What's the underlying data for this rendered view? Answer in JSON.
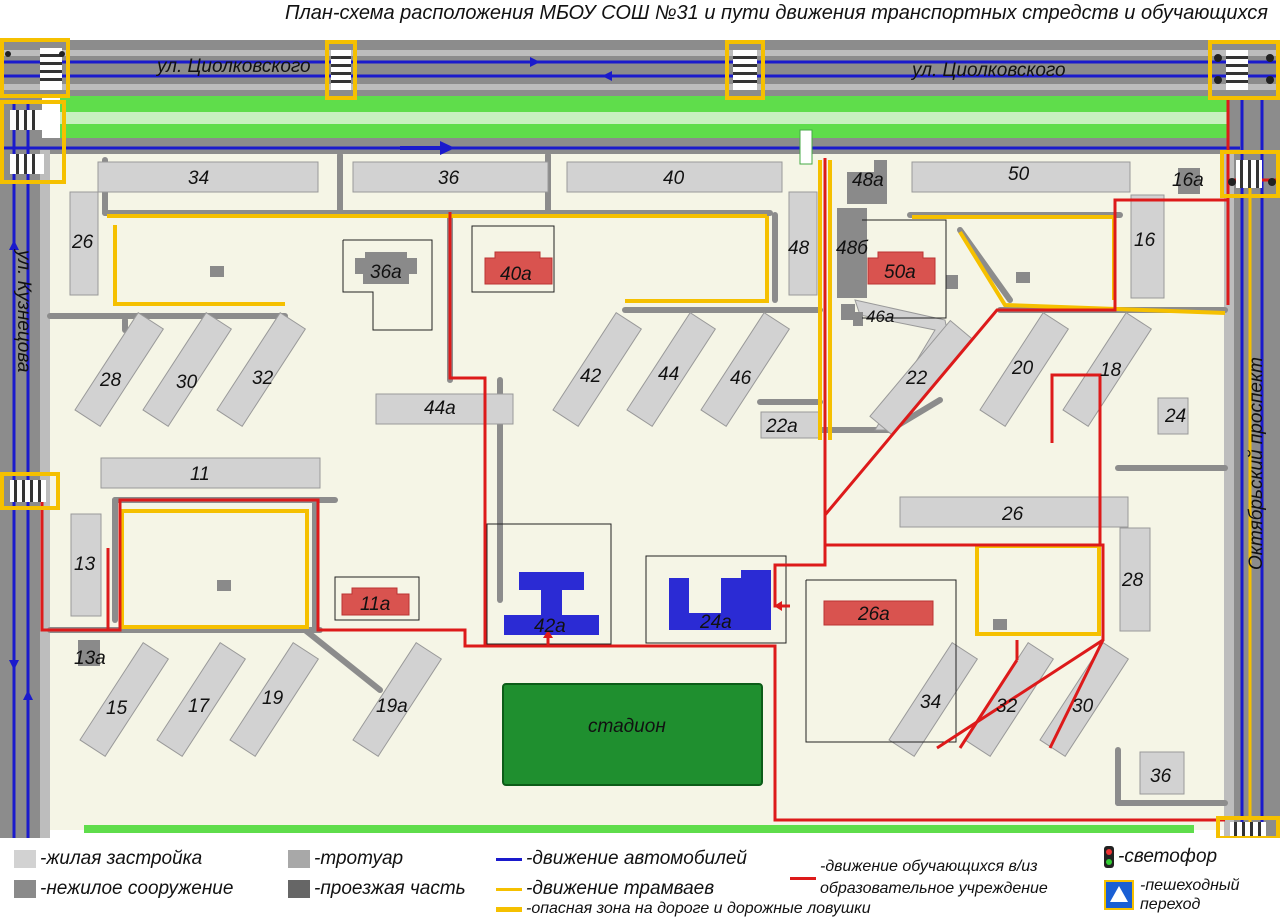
{
  "title": "План-схема расположения МБОУ СОШ №31 и пути движения транспортных стредств и обучающихся",
  "streets": {
    "north_left": "ул. Циолковского",
    "north_right": "ул. Циолковского",
    "west": "ул. Кузнецова",
    "east": "Октябрьский проспект"
  },
  "buildings": {
    "b34": "34",
    "b36": "36",
    "b40": "40",
    "b48a": "48а",
    "b50": "50",
    "b16a": "16а",
    "b26": "26",
    "b36a": "36а",
    "b40a": "40а",
    "b48": "48",
    "b48b": "48б",
    "b50a": "50а",
    "b16": "16",
    "b46a": "46а",
    "b28": "28",
    "b30": "30",
    "b32": "32",
    "b42": "42",
    "b44": "44",
    "b46": "46",
    "b22": "22",
    "b20": "20",
    "b18": "18",
    "b24e": "24",
    "b44a": "44а",
    "b22a": "22а",
    "b11": "11",
    "b26e": "26",
    "b13": "13",
    "b11a": "11а",
    "b42a": "42а",
    "b24a": "24а",
    "b26a": "26а",
    "b28e": "28",
    "b13a": "13а",
    "b15": "15",
    "b17": "17",
    "b19": "19",
    "b19a": "19а",
    "b34s": "34",
    "b32s": "32",
    "b30s": "30",
    "b36s": "36",
    "stadium": "стадион"
  },
  "legend": {
    "residential": "-жилая застройка",
    "sidewalk": "-тротуар",
    "cars": "-движение автомобилей",
    "students": "-движение обучающихся в/из образовательное учреждение",
    "traffic_light": "-светофор",
    "non_residential": "-нежилое сооружение",
    "roadway": "-проезжая часть",
    "trams": "-движение трамваев",
    "danger": "-опасная зона на дороге и дорожные ловушки",
    "crossing": "-пешеходный переход"
  },
  "colors": {
    "ground": "#f5f5e6",
    "road": "#8c8c8c",
    "sidewalk": "#bdbdbd",
    "building": "#d2d2d2",
    "non_residential": "#8a8a8a",
    "school": "#2b2bd4",
    "kindergarten": "#d9534f",
    "stadium": "#1f8f2f",
    "green_strip": "#5fdd4b",
    "car_path": "#1a1acc",
    "student_path": "#dd1a1a",
    "danger_zone": "#f5c000"
  }
}
